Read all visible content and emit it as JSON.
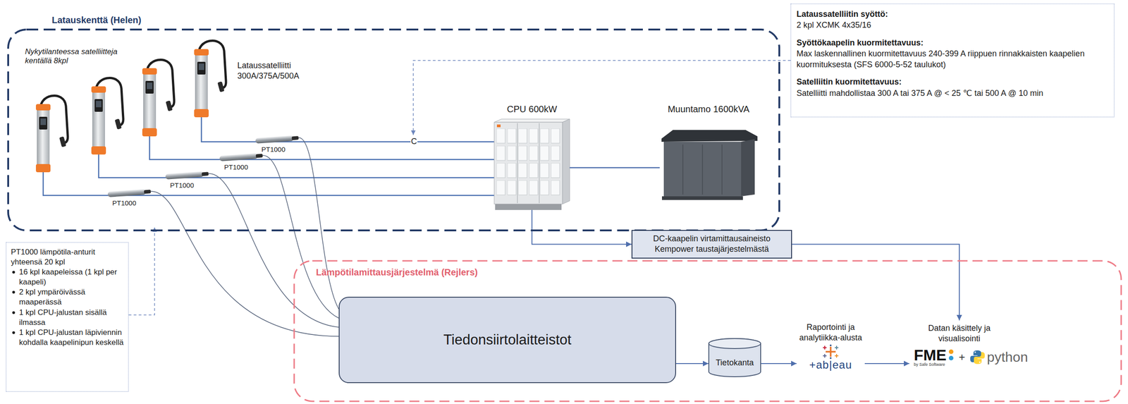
{
  "diagram": {
    "nodes": [
      {
        "text": [
          "Latauskenttä (Helen)"
        ]
      },
      {
        "text": [
          "CPU 600kW"
        ],
        "in": 0
      },
      {
        "text": [
          "Muuntamo 1600kVA"
        ],
        "in": 0
      },
      {
        "text": [
          "Lataussatelliitin syöttö:",
          "2 kpl XCMK 4x35/16",
          "Syöttökaapelin kuormitettavuus:",
          "Max laskennallinen kuormitettavuus 240-399 A riippuen rinnakkaisten kaapelien kuormituksesta (SFS 6000-5-52 taulukot)",
          "Satelliitin kuormitettavuus:",
          "Satelliitti mahdollistaa 300 A tai 375 A @ < 25 ℃ tai 500 A @ 10 min"
        ]
      },
      {
        "text": [
          "PT1000 lämpötila-anturit yhteensä 20 kpl",
          "16 kpl kaapeleissa (1 kpl per kaapeli)",
          "2 kpl ympäröivässä maaperässä",
          "1 kpl CPU-jalustan sisällä ilmassa",
          "1 kpl CPU-jalustan läpiviennin kohdalla kaapelinipun keskellä"
        ]
      },
      {
        "text": [
          "DC-kaapelin virtamittausaineisto Kempower taustajärjestelmästä"
        ]
      },
      {
        "text": [
          "Lämpötilamittausjärjestelmä (Rejlers)"
        ]
      },
      {
        "text": [
          "Tiedonsiirtolaitteistot"
        ],
        "in": 6
      },
      {
        "text": [
          "Tietokanta"
        ],
        "in": 6
      },
      {
        "text": [
          "Raportointi ja analytiikka-alusta",
          "+ab|eau"
        ],
        "in": 6
      },
      {
        "text": [
          "Datan käsittely ja visualisointi",
          "FME",
          "by Safe Software",
          "+",
          "python"
        ],
        "in": 6
      }
    ],
    "edges": [
      {
        "from": 1,
        "to": 5,
        "arrow": "to"
      },
      {
        "from": 5,
        "to": 10,
        "arrow": "to"
      },
      {
        "from": 7,
        "to": 8,
        "arrow": "to"
      },
      {
        "from": 8,
        "to": 9,
        "arrow": "to"
      },
      {
        "from": 9,
        "to": 10,
        "arrow": "to"
      },
      {
        "from": 1,
        "to": 2,
        "arrow": "none"
      }
    ],
    "labels": [
      "Nykytilanteessa satelliitteja kentällä 8kpl",
      "Lataussatelliitti 300A/375A/500A",
      "PT1000",
      "PT1000",
      "PT1000",
      "PT1000",
      "C"
    ]
  }
}
